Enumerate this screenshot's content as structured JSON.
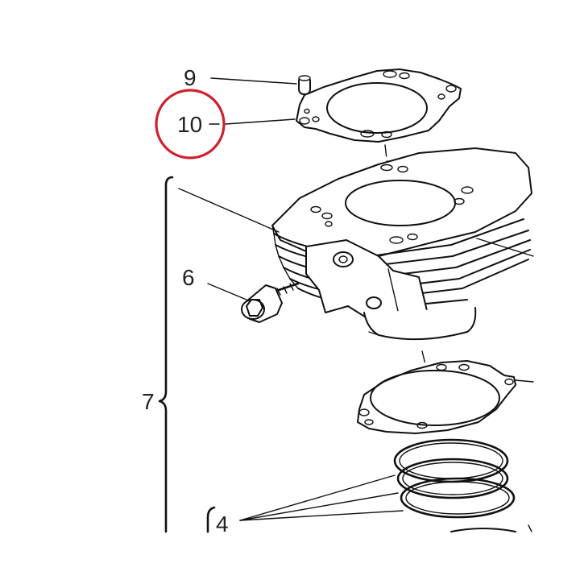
{
  "diagram": {
    "callouts": {
      "c9": "9",
      "c10": "10",
      "c6": "6",
      "c7": "7",
      "c4": "4"
    },
    "colors": {
      "line": "#111111",
      "highlight": "#d0202e",
      "background": "#ffffff"
    },
    "highlighted_callout": "10"
  }
}
